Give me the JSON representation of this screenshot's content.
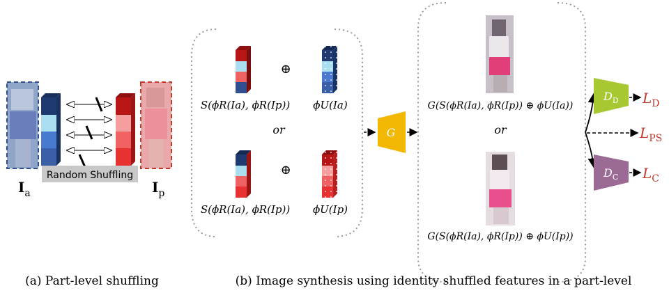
{
  "panel_a": {
    "anchor_label": "I",
    "anchor_sub": "a",
    "positive_label": "I",
    "positive_sub": "p",
    "shuffle_box_label": "Random Shuffling",
    "caption": "(a) Part-level shuffling"
  },
  "panel_b": {
    "or_left": "or",
    "or_right": "or",
    "s_formula_top": "S(ϕR(Ia), ϕR(Ip))",
    "s_formula_bottom": "S(ϕR(Ia), ϕR(Ip))",
    "phi_u_a": "ϕU(Ia)",
    "phi_u_p": "ϕU(Ip)",
    "oplus_top": "⊕",
    "oplus_bottom": "⊕",
    "generator_label": "G",
    "gen_output_top": "G(S(ϕR(Ia), ϕR(Ip)) ⊕ ϕU(Ia))",
    "gen_output_bottom": "G(S(ϕR(Ia), ϕR(Ip)) ⊕ ϕU(Ip))",
    "d_d_label": "D",
    "d_d_sub": "D",
    "d_c_label": "D",
    "d_c_sub": "C",
    "loss_d": "L",
    "loss_d_sub": "D",
    "loss_ps": "L",
    "loss_ps_sub": "PS",
    "loss_c": "L",
    "loss_c_sub": "C",
    "caption": "(b) Image synthesis using identity shuffled features in a part-level"
  },
  "colors": {
    "anchor_blue": "#2f4f8f",
    "positive_red": "#c0392b",
    "generator_yellow": "#f2b700",
    "disc_d_green": "#a8c832",
    "disc_c_purple": "#9c6b95",
    "loss_red": "#c0392b"
  }
}
